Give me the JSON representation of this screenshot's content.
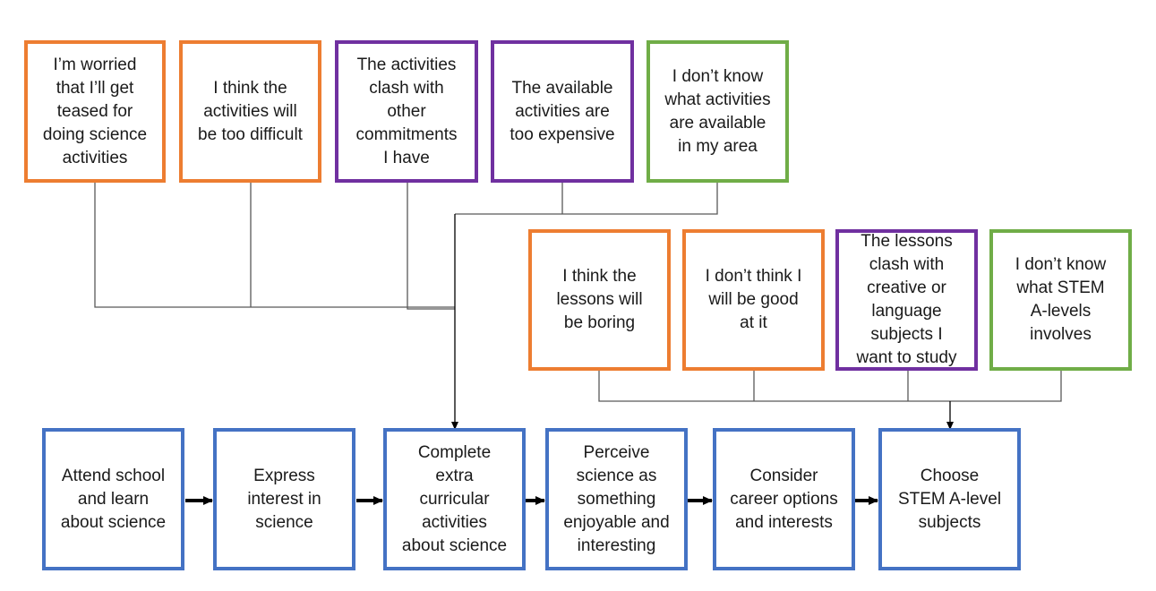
{
  "colors": {
    "orange": "#ed7d31",
    "purple": "#7030a0",
    "green": "#70ad47",
    "blue": "#4472c4",
    "connector": "#595959",
    "arrow": "#000000"
  },
  "barriers_activities": [
    {
      "text": "I’m worried\nthat I’ll get\nteased for\ndoing science\nactivities",
      "color": "orange"
    },
    {
      "text": "I think the\nactivities will\nbe too difficult",
      "color": "orange"
    },
    {
      "text": "The activities\nclash with\nother\ncommitments\nI have",
      "color": "purple"
    },
    {
      "text": "The available\nactivities are\ntoo expensive",
      "color": "purple"
    },
    {
      "text": "I don’t know\nwhat activities\nare available\nin my area",
      "color": "green"
    }
  ],
  "barriers_subjects": [
    {
      "text": "I think the\nlessons will\nbe boring",
      "color": "orange"
    },
    {
      "text": "I don’t think I\nwill be good\nat it",
      "color": "orange"
    },
    {
      "text": "The lessons\nclash with\ncreative or\nlanguage\nsubjects I\nwant to study",
      "color": "purple"
    },
    {
      "text": "I don’t know\nwhat STEM\nA-levels\ninvolves",
      "color": "green"
    }
  ],
  "pathway": [
    {
      "text": "Attend school\nand learn\nabout science"
    },
    {
      "text": "Express\ninterest in\nscience"
    },
    {
      "text": "Complete\nextra\ncurricular\nactivities\nabout science"
    },
    {
      "text": "Perceive\nscience as\nsomething\nenjoyable and\ninteresting"
    },
    {
      "text": "Consider\ncareer options\nand interests"
    },
    {
      "text": "Choose\nSTEM A-level\nsubjects"
    }
  ]
}
